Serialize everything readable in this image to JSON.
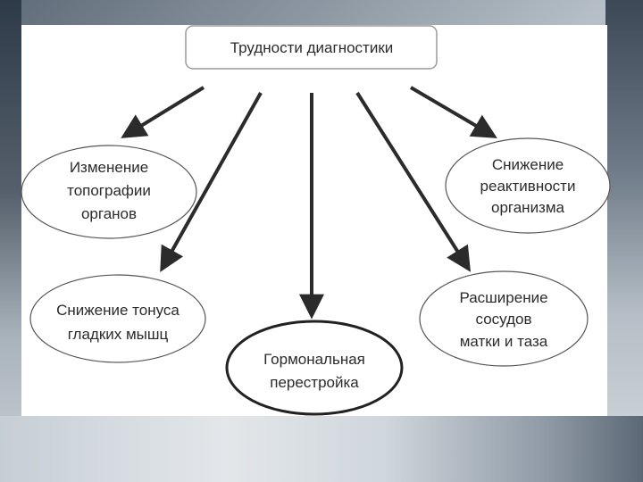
{
  "diagram": {
    "root": {
      "label": "Трудности  диагностики"
    },
    "nodes": [
      {
        "id": "topography",
        "lines": [
          "Изменение",
          "топографии",
          "органов"
        ]
      },
      {
        "id": "muscle_tone",
        "lines": [
          "Снижение тонуса",
          "гладких мышц"
        ]
      },
      {
        "id": "hormonal",
        "lines": [
          "Гормональная",
          "перестройка"
        ]
      },
      {
        "id": "vessels",
        "lines": [
          "Расширение",
          "сосудов",
          "матки и таза"
        ]
      },
      {
        "id": "reactivity",
        "lines": [
          "Снижение",
          "реактивности",
          "организма"
        ]
      }
    ]
  },
  "colors": {
    "stroke": "#2b2b2b",
    "text": "#2b2b2b",
    "panel": "#ffffff"
  }
}
